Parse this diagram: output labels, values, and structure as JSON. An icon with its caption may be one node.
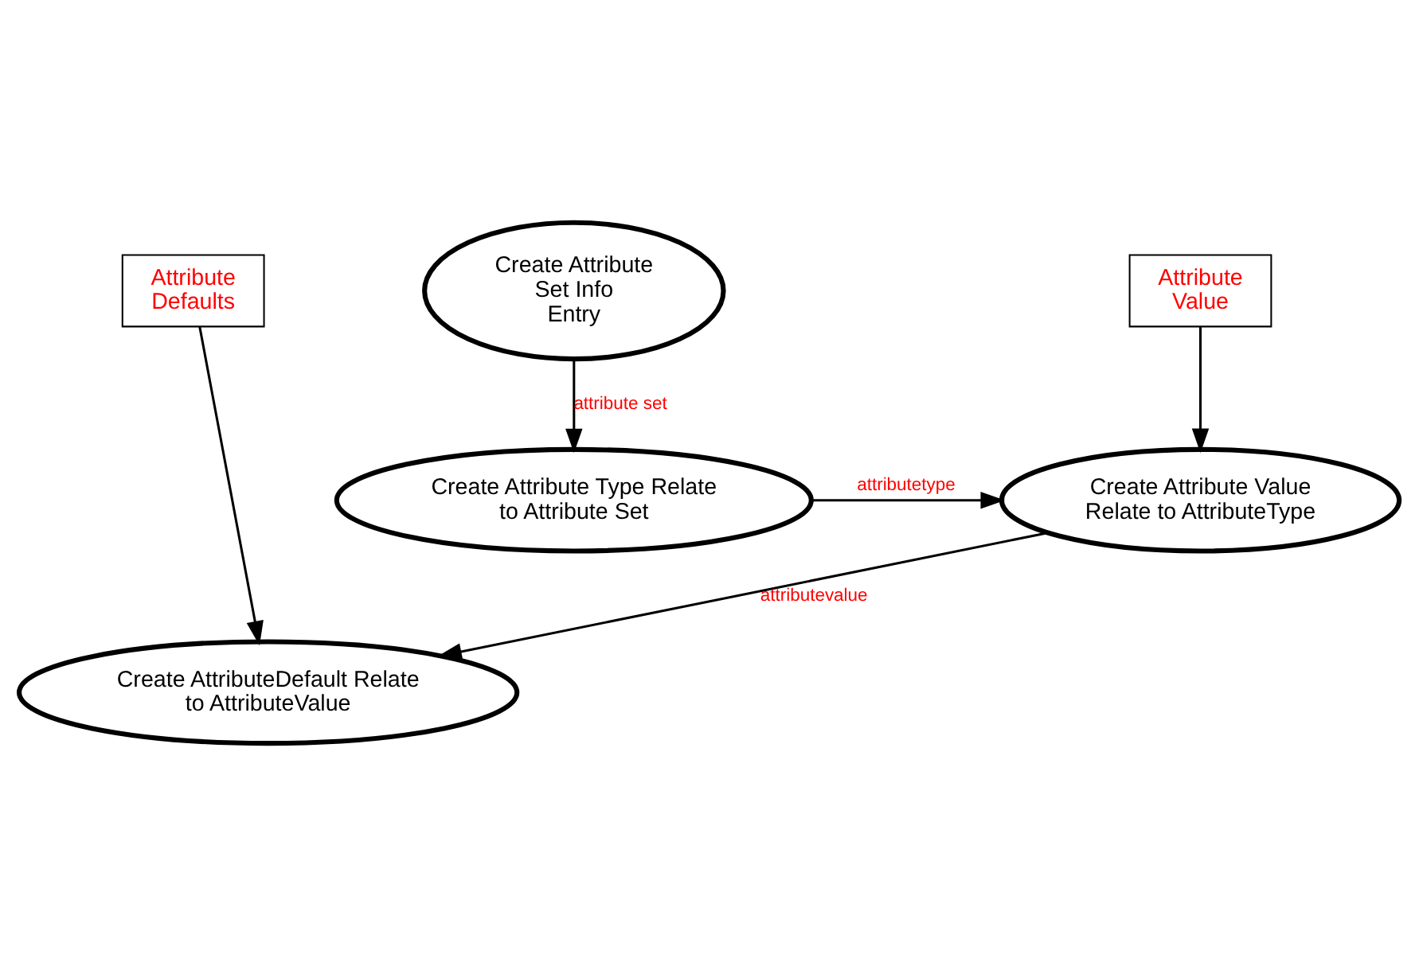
{
  "diagram": {
    "nodes": [
      {
        "text": [
          "Attribute Defaults"
        ]
      },
      {
        "text": [
          "Create AttributeDefault Relate to AttributeValue"
        ]
      },
      {
        "text": [
          "Create Attribute Set Info Entry"
        ]
      },
      {
        "text": [
          "Create Attribute Value Relate to AttributeType"
        ]
      },
      {
        "text": [
          "Create Attribute Type Relate to Attribute Set"
        ]
      },
      {
        "text": [
          "Attribute Value"
        ]
      }
    ],
    "edges": [
      {
        "from": 0,
        "to": 1,
        "arrow": "to"
      },
      {
        "from": 2,
        "to": 4,
        "arrow": "to",
        "label": "attribute set"
      },
      {
        "from": 4,
        "to": 3,
        "arrow": "to",
        "label": "attributetype"
      },
      {
        "from": 3,
        "to": 1,
        "arrow": "to",
        "label": "attributevalue"
      },
      {
        "from": 5,
        "to": 3,
        "arrow": "to"
      }
    ]
  }
}
